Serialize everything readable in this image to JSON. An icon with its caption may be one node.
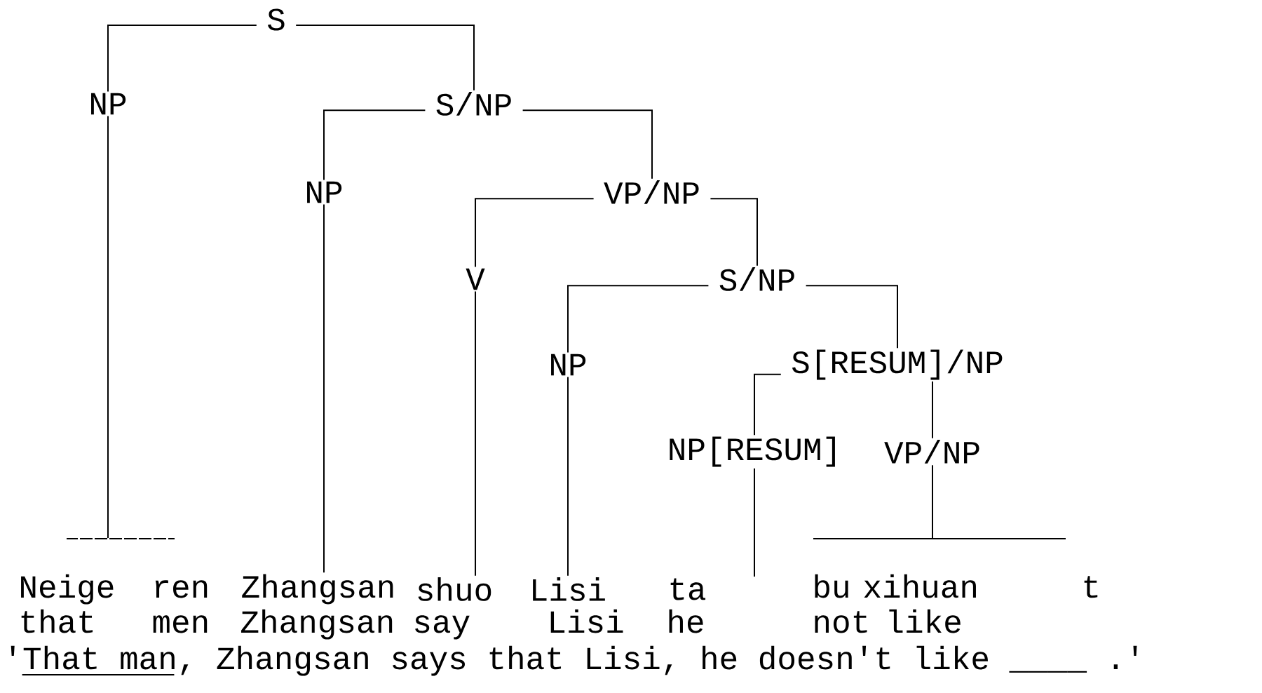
{
  "diagram": {
    "nodes": [
      {
        "text": [
          "S"
        ]
      },
      {
        "text": [
          "NP"
        ]
      },
      {
        "text": [
          "S/NP"
        ]
      },
      {
        "text": [
          "NP"
        ]
      },
      {
        "text": [
          "VP/NP"
        ]
      },
      {
        "text": [
          "V"
        ]
      },
      {
        "text": [
          "S/NP"
        ]
      },
      {
        "text": [
          "NP"
        ]
      },
      {
        "text": [
          "S[RESUM]/NP"
        ]
      },
      {
        "text": [
          "NP[RESUM]"
        ]
      },
      {
        "text": [
          "VP/NP"
        ]
      },
      {
        "text": [],
        "shape": "bar"
      },
      {
        "text": [
          "Zhangsan"
        ]
      },
      {
        "text": [
          "shuo"
        ]
      },
      {
        "text": [
          "Lisi"
        ]
      },
      {
        "text": [
          "ta"
        ]
      },
      {
        "text": [],
        "shape": "bar"
      }
    ],
    "edges": [
      {
        "from": 0,
        "to": 1,
        "arrow": "none"
      },
      {
        "from": 0,
        "to": 2,
        "arrow": "none"
      },
      {
        "from": 2,
        "to": 3,
        "arrow": "none"
      },
      {
        "from": 2,
        "to": 4,
        "arrow": "none"
      },
      {
        "from": 4,
        "to": 5,
        "arrow": "none"
      },
      {
        "from": 4,
        "to": 6,
        "arrow": "none"
      },
      {
        "from": 6,
        "to": 7,
        "arrow": "none"
      },
      {
        "from": 6,
        "to": 8,
        "arrow": "none"
      },
      {
        "from": 8,
        "to": 9,
        "arrow": "none"
      },
      {
        "from": 8,
        "to": 10,
        "arrow": "none"
      },
      {
        "from": 1,
        "to": 11,
        "arrow": "none"
      },
      {
        "from": 3,
        "to": 12,
        "arrow": "none"
      },
      {
        "from": 5,
        "to": 13,
        "arrow": "none"
      },
      {
        "from": 7,
        "to": 14,
        "arrow": "none"
      },
      {
        "from": 9,
        "to": 15,
        "arrow": "none"
      },
      {
        "from": 10,
        "to": 16,
        "arrow": "none"
      }
    ],
    "labels": [
      "Neige",
      "ren",
      "bu",
      "xihuan",
      "t",
      "that",
      "men",
      "Zhangsan",
      "say",
      "Lisi",
      "he",
      "not",
      "like",
      "'That man, Zhangsan says that Lisi, he doesn't like ____ .'"
    ]
  }
}
